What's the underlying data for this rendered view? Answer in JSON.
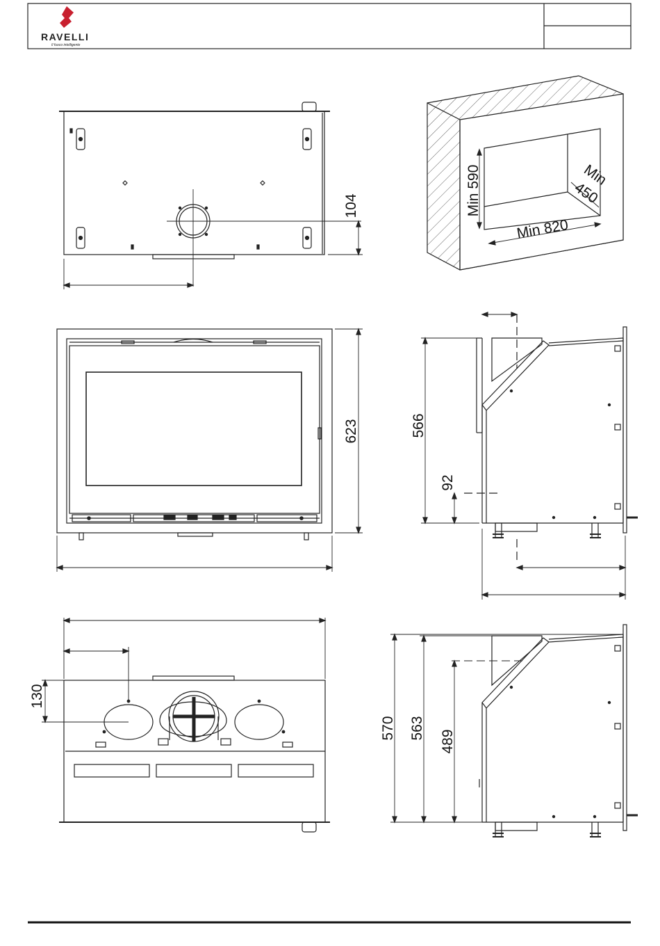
{
  "header": {
    "brand": "RAVELLI",
    "tagline": "Il fuoco intelligente",
    "brand_color": "#c8202f"
  },
  "dimensions": {
    "top_view_height": "104",
    "front_height": "623",
    "side_height": "566",
    "side_bottom": "92",
    "rear_top_offset": "130",
    "rear_total": "570",
    "rear_mid": "563",
    "rear_inner": "489"
  },
  "niche": {
    "min_height": "Min 590",
    "min_width": "Min 820",
    "min_depth_label": "Min",
    "min_depth_value": "450"
  }
}
